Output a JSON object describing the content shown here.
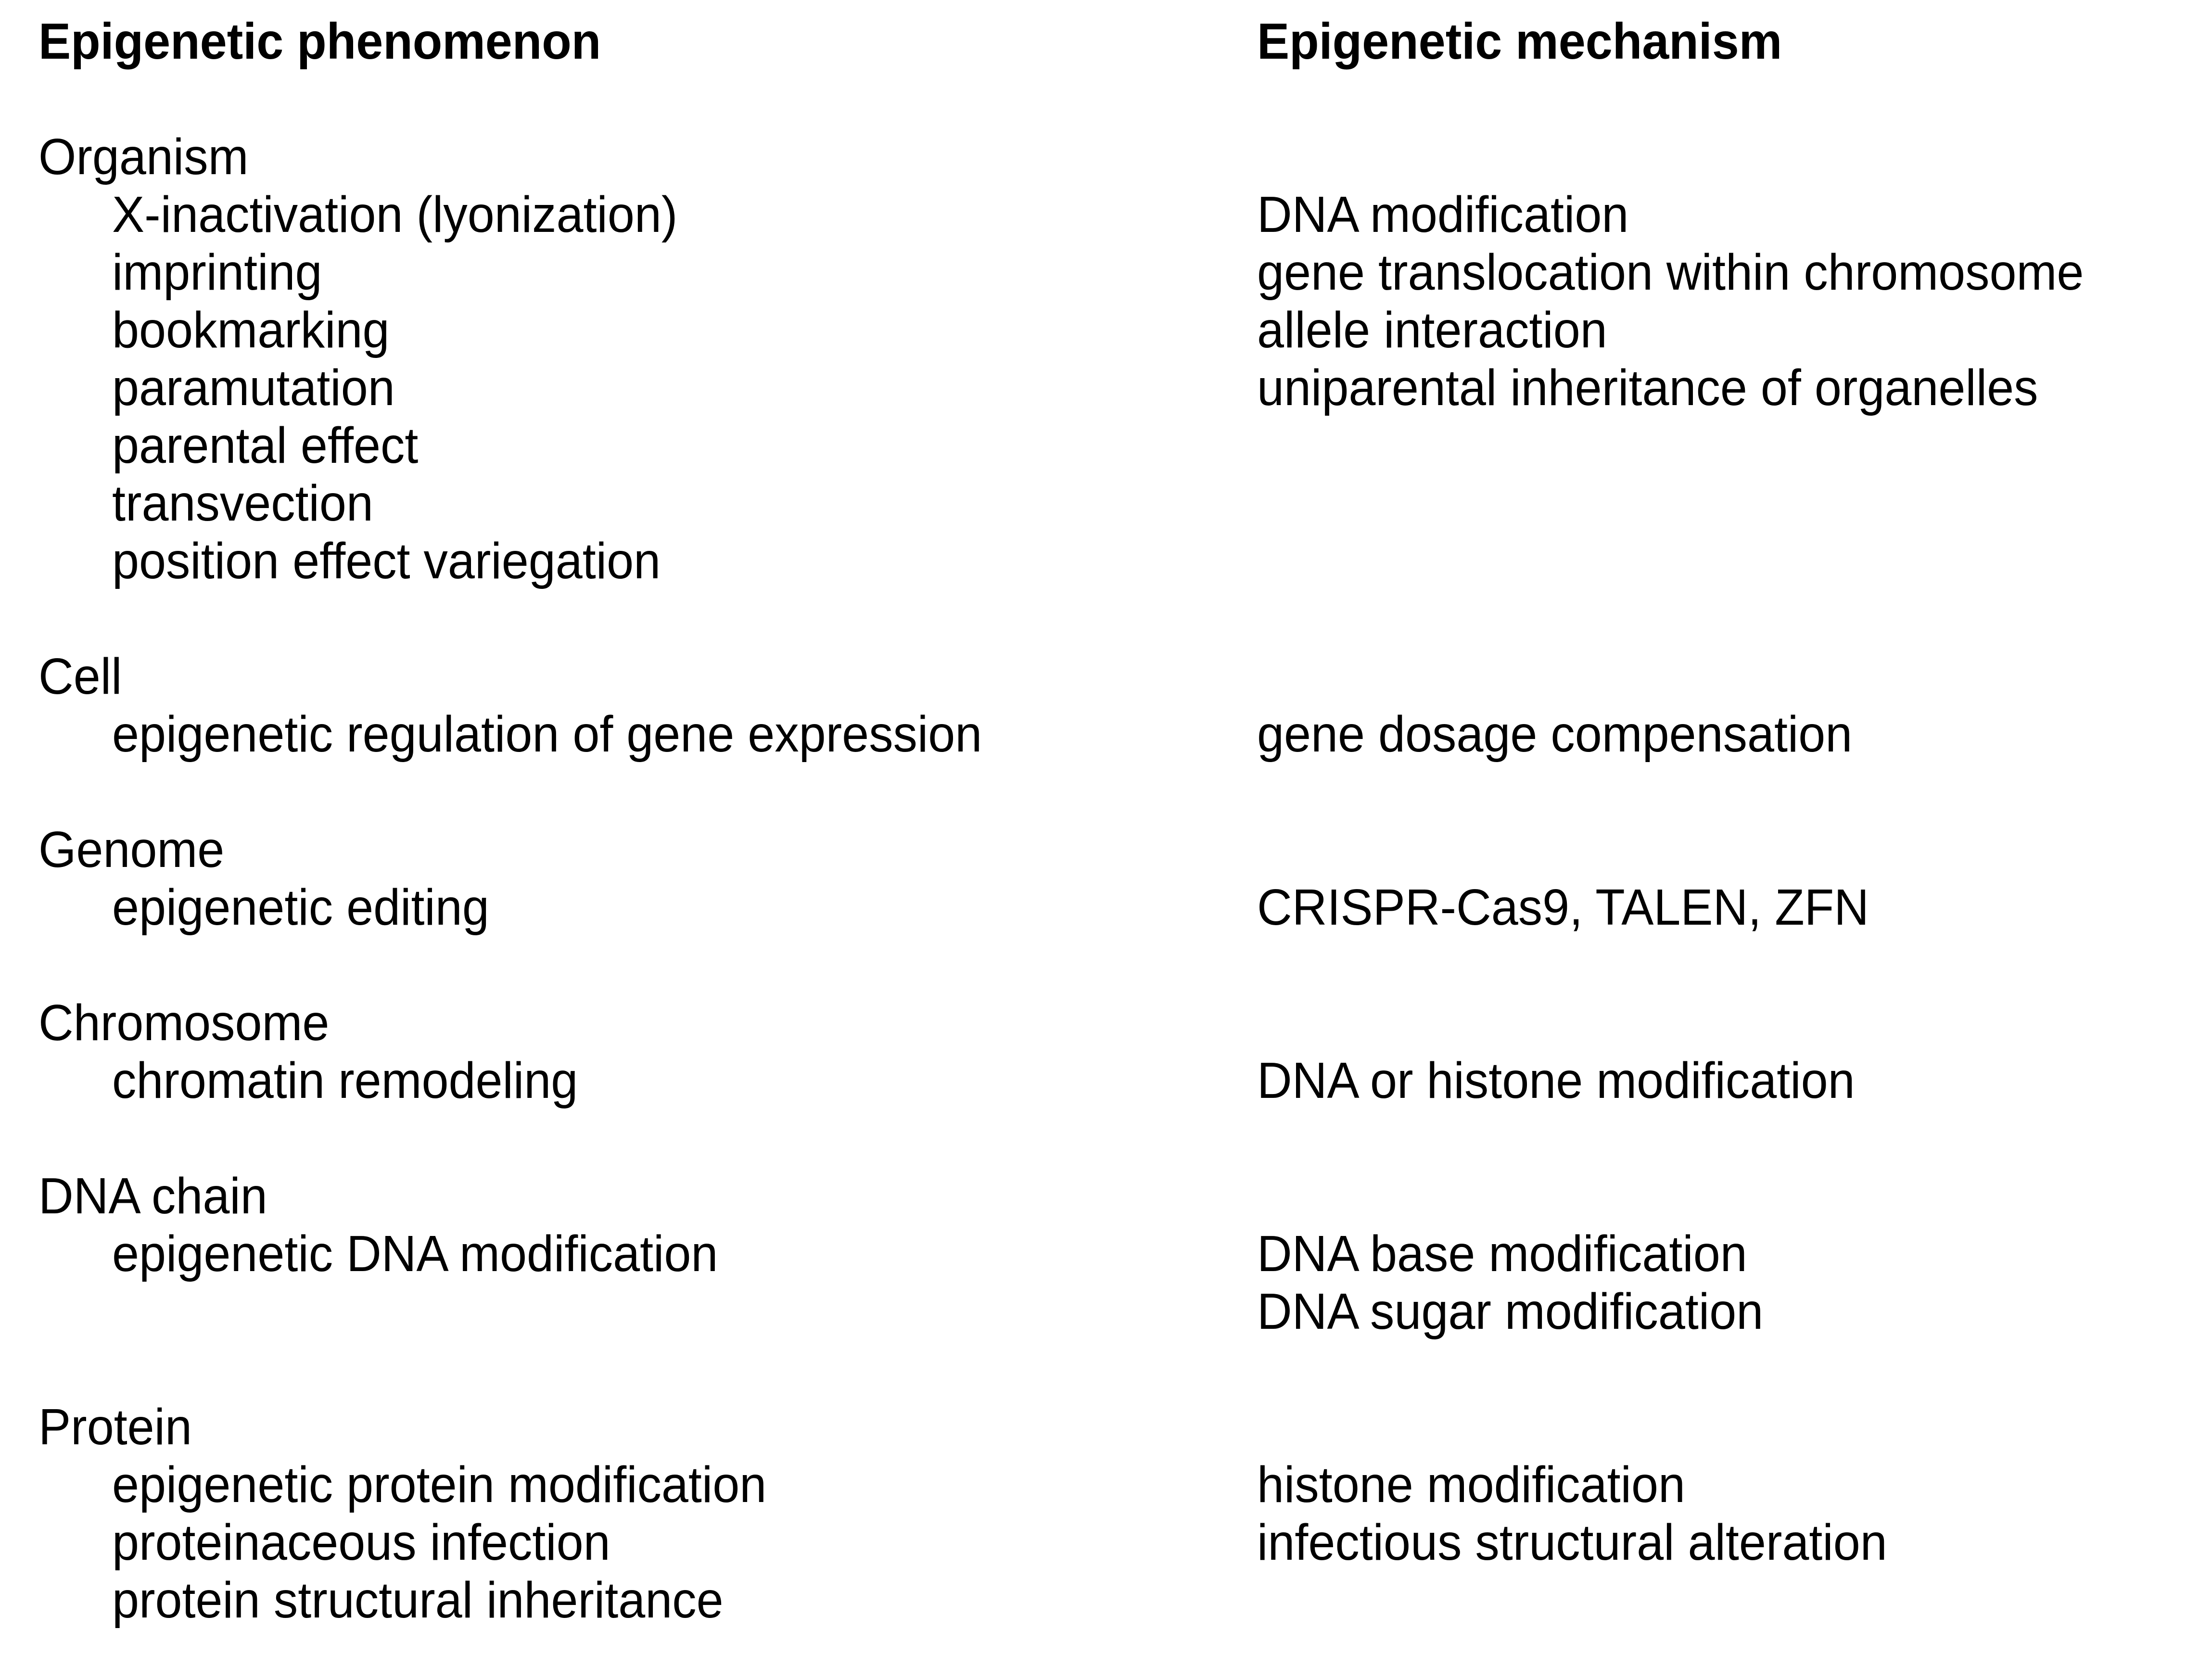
{
  "page": {
    "background_color": "#ffffff",
    "text_color": "#000000"
  },
  "table": {
    "left_header": "Epigenetic phenomenon",
    "right_header": "Epigenetic mechanism",
    "sections": [
      {
        "category": "Organism",
        "rows": [
          {
            "phenomenon": "X-inactivation (lyonization)",
            "mechanism": "DNA modification"
          },
          {
            "phenomenon": "imprinting",
            "mechanism": "gene translocation within chromosome"
          },
          {
            "phenomenon": "bookmarking",
            "mechanism": "allele interaction"
          },
          {
            "phenomenon": "paramutation",
            "mechanism": "uniparental inheritance of organelles"
          },
          {
            "phenomenon": "parental effect",
            "mechanism": ""
          },
          {
            "phenomenon": "transvection",
            "mechanism": ""
          },
          {
            "phenomenon": "position effect variegation",
            "mechanism": ""
          }
        ]
      },
      {
        "category": "Cell",
        "rows": [
          {
            "phenomenon": "epigenetic regulation of gene expression",
            "mechanism": "gene dosage compensation"
          }
        ]
      },
      {
        "category": "Genome",
        "rows": [
          {
            "phenomenon": "epigenetic editing",
            "mechanism": "CRISPR-Cas9, TALEN, ZFN"
          }
        ]
      },
      {
        "category": "Chromosome",
        "rows": [
          {
            "phenomenon": "chromatin remodeling",
            "mechanism": "DNA or histone modification"
          }
        ]
      },
      {
        "category": "DNA chain",
        "rows": [
          {
            "phenomenon": "epigenetic DNA modification",
            "mechanism": "DNA base modification"
          },
          {
            "phenomenon": "",
            "mechanism": "DNA sugar modification"
          }
        ]
      },
      {
        "category": "Protein",
        "rows": [
          {
            "phenomenon": "epigenetic protein modification",
            "mechanism": "histone modification"
          },
          {
            "phenomenon": "proteinaceous infection",
            "mechanism": "infectious structural alteration"
          },
          {
            "phenomenon": "protein structural inheritance",
            "mechanism": ""
          }
        ]
      }
    ]
  }
}
